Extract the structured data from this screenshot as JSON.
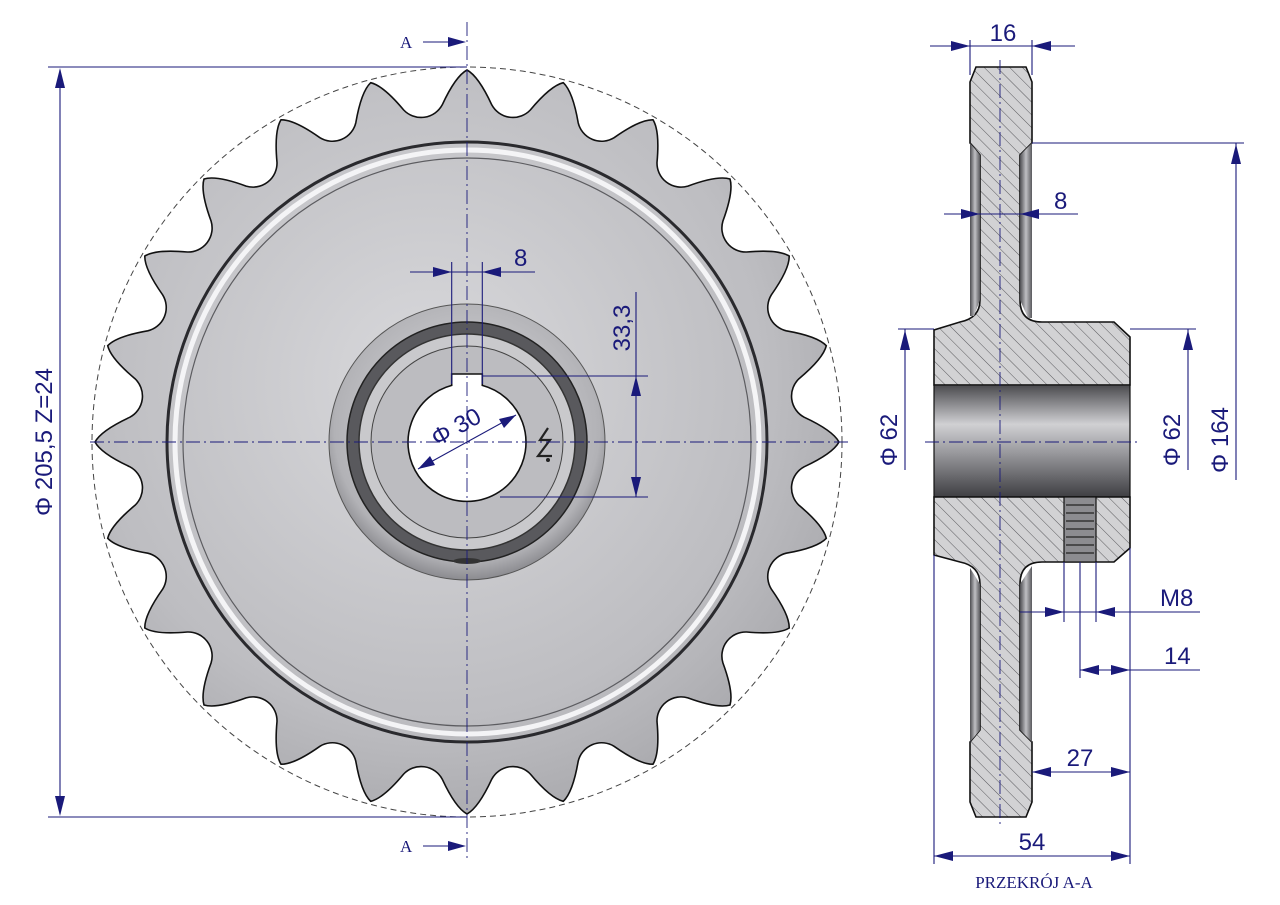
{
  "section_marks": {
    "top": "A",
    "bottom": "A"
  },
  "front_view": {
    "outer_dim": "Φ 205,5  Z=24",
    "bore_dim": "Φ 30",
    "key_width": "8",
    "key_depth": "33,3",
    "teeth_count": 24
  },
  "section_view": {
    "caption": "PRZEKRÓJ A-A",
    "width_top": "16",
    "web": "8",
    "hub_dia_left": "Φ 62",
    "hub_dia_right": "Φ 62",
    "web_dia": "Φ 164",
    "thread": "M8",
    "thread_pos": "14",
    "half_length": "27",
    "total_length": "54"
  },
  "colors": {
    "dimension": "#1a1a7a",
    "steel": "#b9b9bc",
    "hatch": "#555555"
  }
}
